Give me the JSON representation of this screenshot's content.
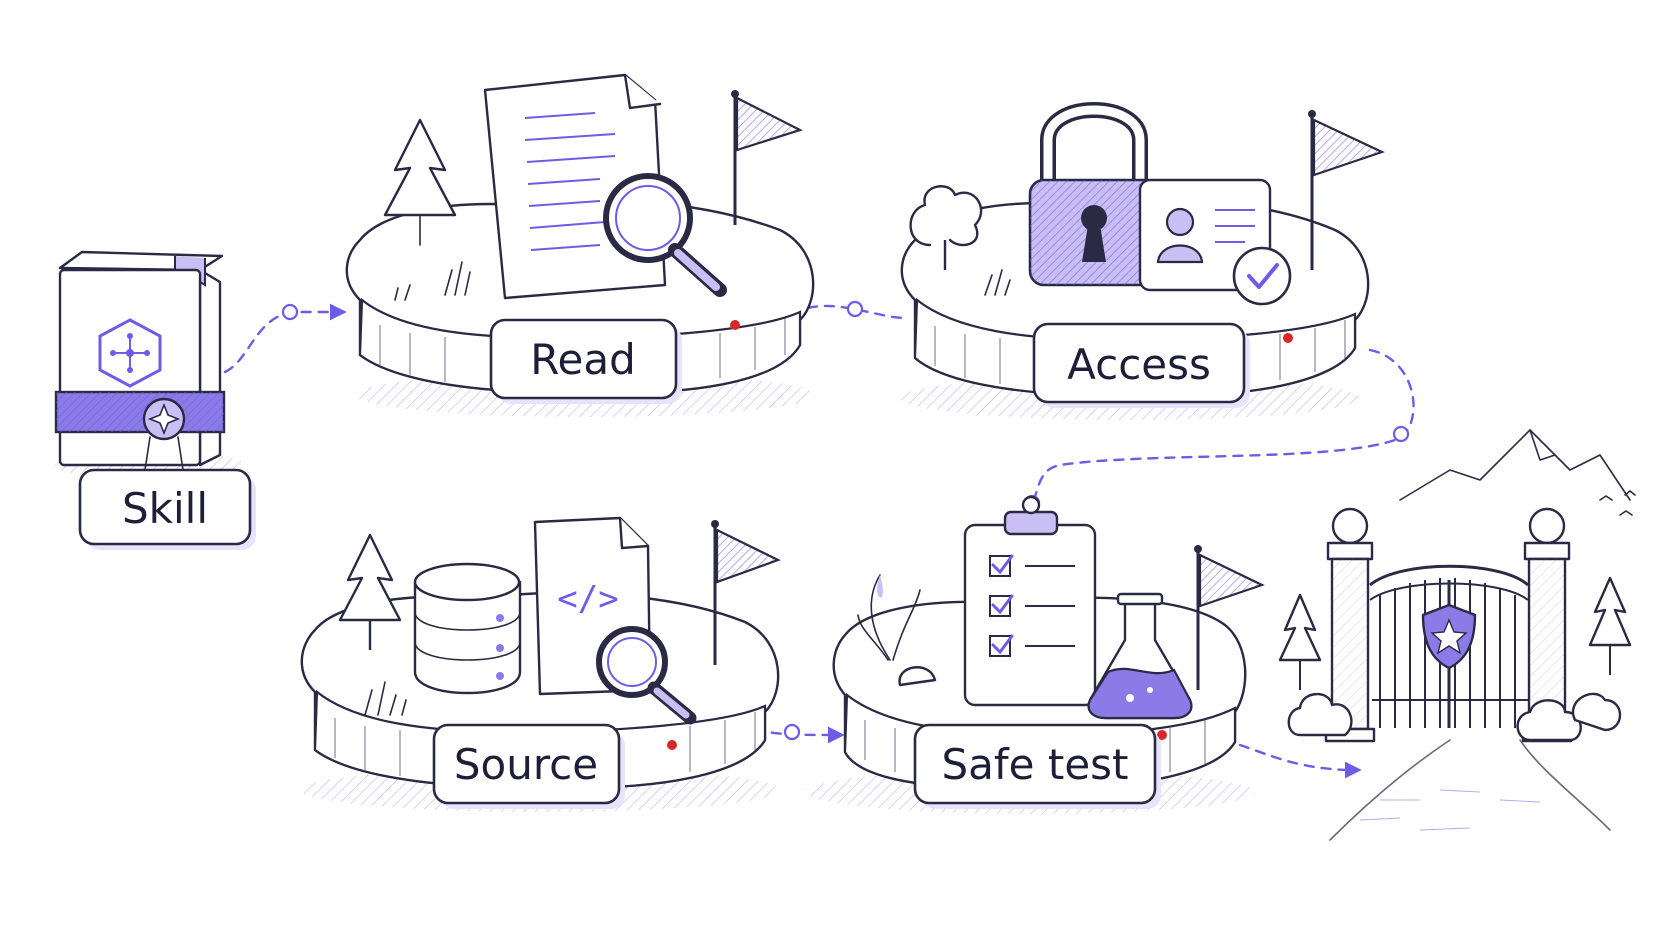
{
  "steps": {
    "skill": {
      "label": "Skill"
    },
    "read": {
      "label": "Read"
    },
    "access": {
      "label": "Access"
    },
    "source": {
      "label": "Source"
    },
    "safe_test": {
      "label": "Safe test"
    }
  },
  "colors": {
    "ink": "#2a2a44",
    "accent": "#6c5ce7",
    "accent_fill": "#c9bff5",
    "marker_red": "#d62828",
    "background": "#ffffff"
  },
  "icons": {
    "skill": "package-box-icon",
    "read": "document-magnifier-icon",
    "access": "padlock-id-card-icon",
    "source": "database-code-file-icon",
    "safe_test": "checklist-flask-icon",
    "destination": "gate-icon"
  }
}
